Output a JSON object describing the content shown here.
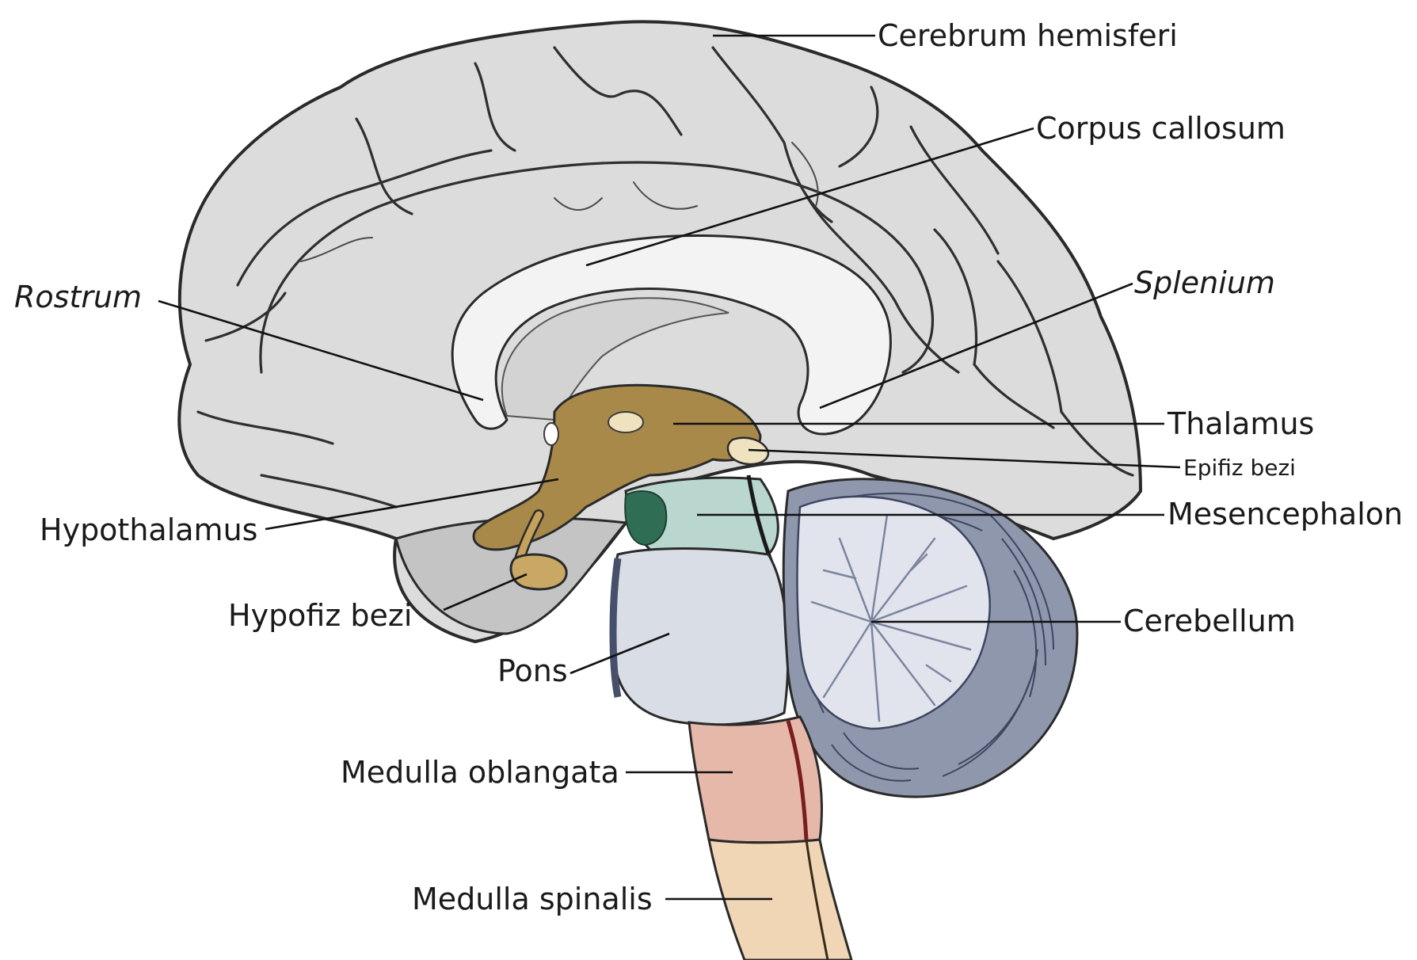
{
  "diagram": {
    "labels": {
      "cerebrum": "Cerebrum hemisferi",
      "corpus_callosum": "Corpus callosum",
      "rostrum": "Rostrum",
      "splenium": "Splenium",
      "thalamus": "Thalamus",
      "epifiz": "Epifiz bezi",
      "hypothalamus": "Hypothalamus",
      "mesencephalon": "Mesencephalon",
      "hypofiz": "Hypofiz bezi",
      "cerebellum": "Cerebellum",
      "pons": "Pons",
      "medulla_oblongata": "Medulla oblangata",
      "medulla_spinalis": "Medulla spinalis"
    },
    "colors": {
      "cortex": "#dcdcdc",
      "cortex_dark": "#c4c4c4",
      "corpus_callosum": "#f2f2f2",
      "diencephalon": "#a8894a",
      "mesencephalon": "#b9d6cf",
      "colliculus": "#2f6e55",
      "pons": "#d9dde6",
      "cerebellum": "#8f97ad",
      "cerebellum_core": "#e1e4ec",
      "medulla": "#e6b8aa",
      "spinal": "#f0d6b4",
      "outline": "#2a2a2a"
    }
  }
}
